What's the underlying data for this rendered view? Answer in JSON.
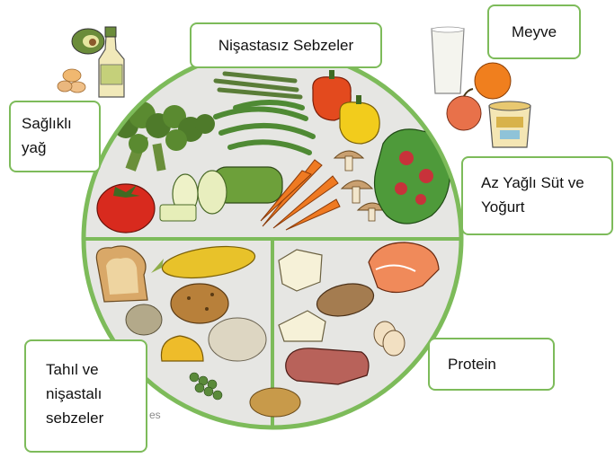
{
  "labels": {
    "nisastasiz": [
      "Nişastasız Sebzeler"
    ],
    "meyve": [
      "Meyve"
    ],
    "yag": [
      "Sağlıklı",
      "yağ"
    ],
    "sut": [
      "Az Yağlı Süt ve",
      "Yoğurt"
    ],
    "protein": [
      "Protein"
    ],
    "tahil": [
      "Tahıl ve",
      "nişastalı",
      "sebzeler"
    ]
  },
  "caption_fragment": "es",
  "colors": {
    "plate_rim": "#7dbb5a",
    "plate_fill": "#e6e6e3",
    "label_border": "#7dbb5a"
  },
  "icons": [
    "oil-bottle-avocado-icon",
    "milk-glass-fruit-yogurt-icon",
    "broccoli-icon",
    "asparagus-icon",
    "green-beans-icon",
    "bell-pepper-icon",
    "tomato-icon",
    "cucumber-icon",
    "carrot-icon",
    "mushroom-icon",
    "lettuce-salad-icon",
    "bread-icon",
    "corn-icon",
    "potato-icon",
    "rice-grain-icon",
    "squash-icon",
    "peas-icon",
    "cheese-icon",
    "fish-steak-icon",
    "chicken-icon",
    "egg-icon",
    "beef-steak-icon"
  ]
}
